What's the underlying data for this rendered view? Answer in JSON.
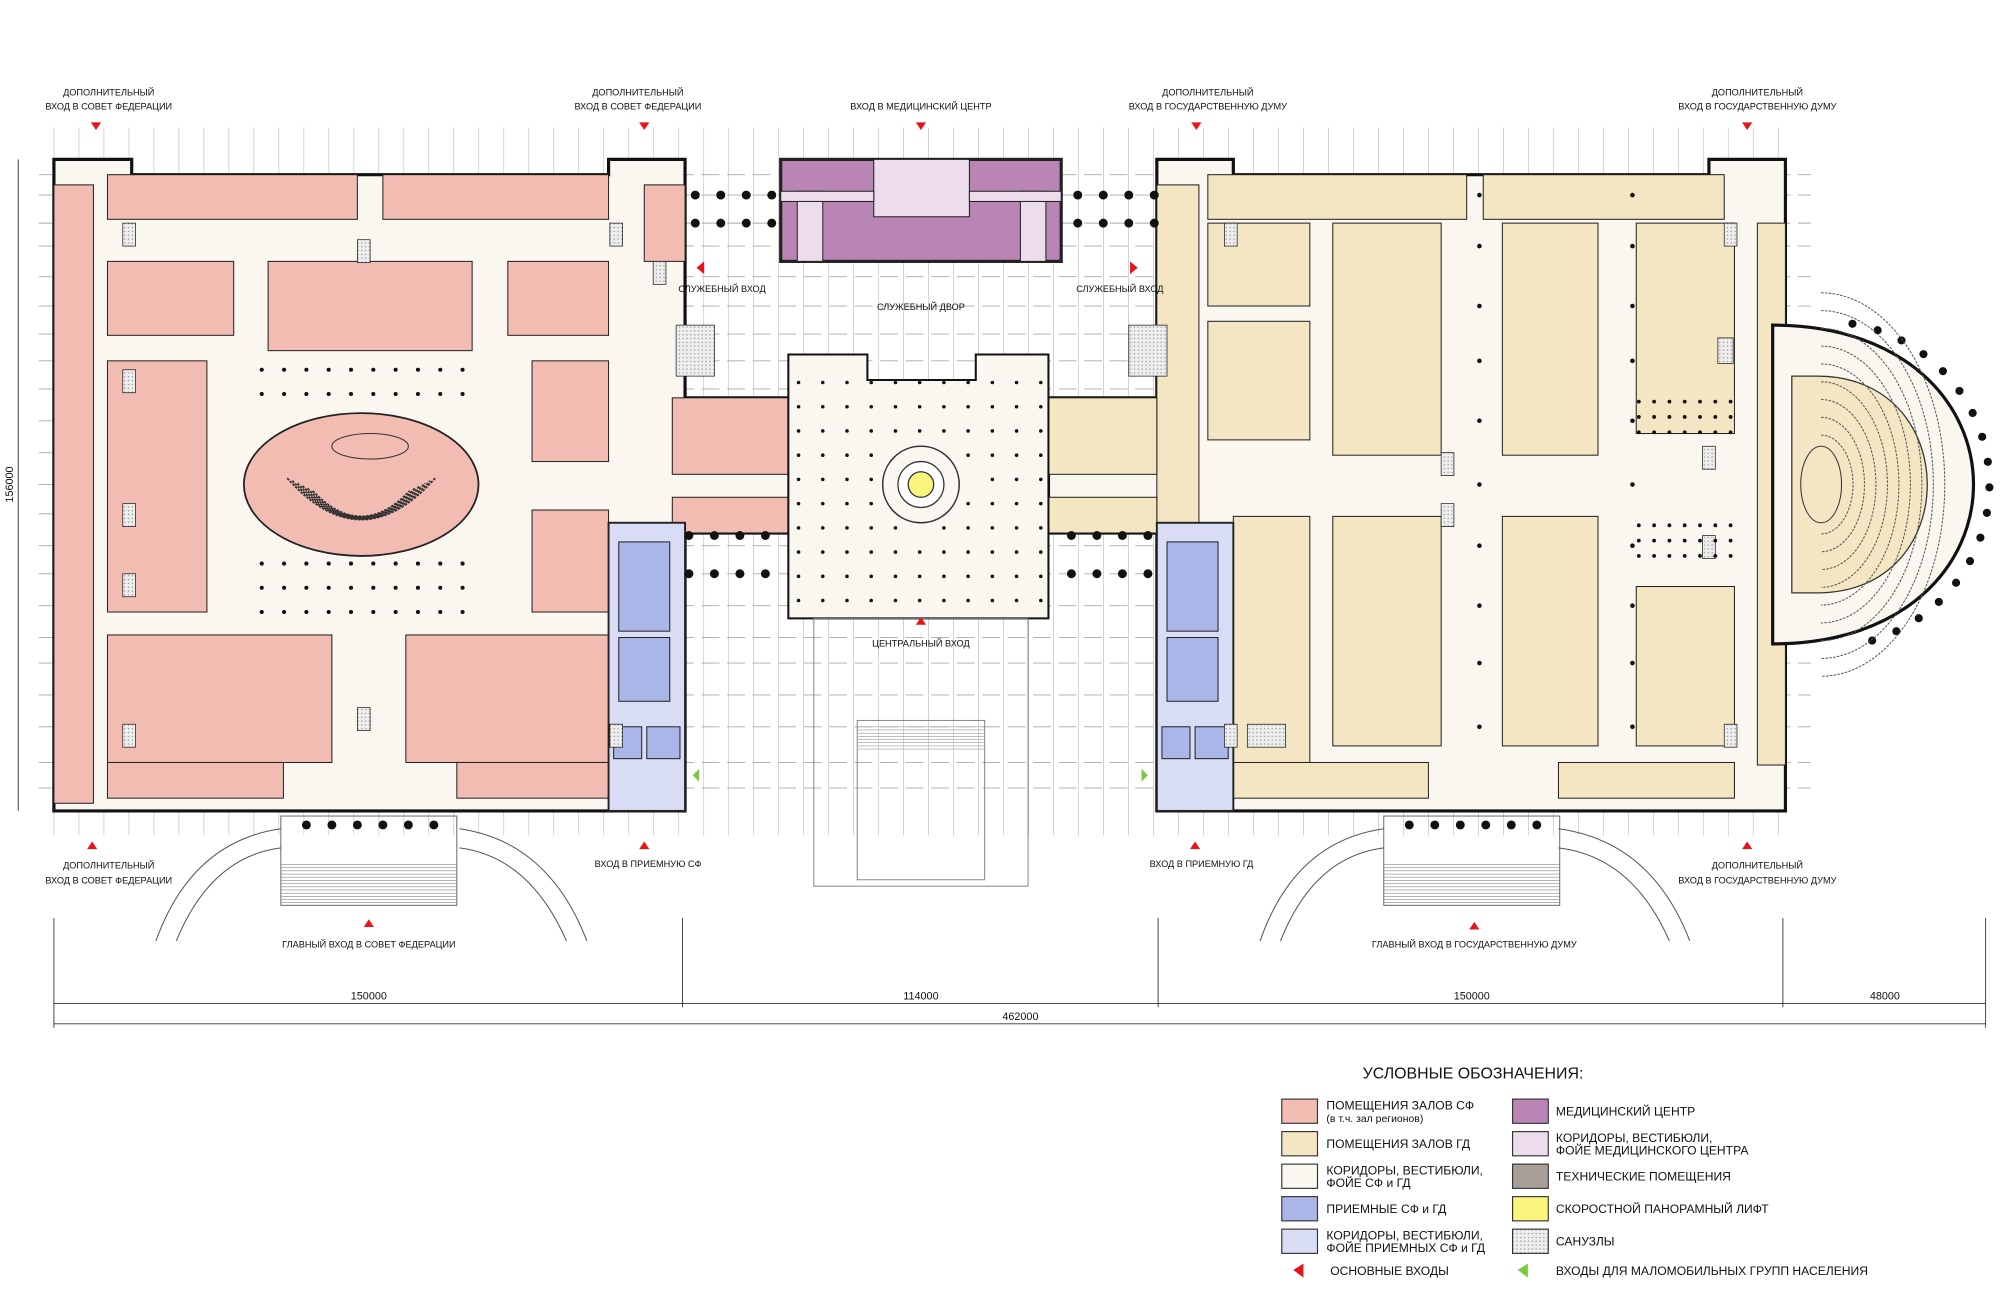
{
  "entrances": {
    "top_sf_left": [
      "ДОПОЛНИТЕЛЬНЫЙ",
      "ВХОД В СОВЕТ ФЕДЕРАЦИИ"
    ],
    "top_sf_right": [
      "ДОПОЛНИТЕЛЬНЫЙ",
      "ВХОД В СОВЕТ ФЕДЕРАЦИИ"
    ],
    "top_medical": "ВХОД В МЕДИЦИНСКИЙ ЦЕНТР",
    "top_gd_left": [
      "ДОПОЛНИТЕЛЬНЫЙ",
      "ВХОД В ГОСУДАРСТВЕННУЮ ДУМУ"
    ],
    "top_gd_right": [
      "ДОПОЛНИТЕЛЬНЫЙ",
      "ВХОД В ГОСУДАРСТВЕННУЮ ДУМУ"
    ],
    "service_left": "СЛУЖЕБНЫЙ ВХОД",
    "service_right": "СЛУЖЕБНЫЙ ВХОД",
    "service_yard": "СЛУЖЕБНЫЙ ДВОР",
    "central": "ЦЕНТРАЛЬНЫЙ ВХОД",
    "bottom_sf_left": [
      "ДОПОЛНИТЕЛЬНЫЙ",
      "ВХОД В СОВЕТ ФЕДЕРАЦИИ"
    ],
    "reception_sf": "ВХОД В ПРИЕМНУЮ СФ",
    "reception_gd": "ВХОД В ПРИЕМНУЮ ГД",
    "bottom_gd_right": [
      "ДОПОЛНИТЕЛЬНЫЙ",
      "ВХОД В ГОСУДАРСТВЕННУЮ ДУМУ"
    ],
    "main_sf": "ГЛАВНЫЙ ВХОД В СОВЕТ ФЕДЕРАЦИИ",
    "main_gd": "ГЛАВНЫЙ ВХОД В ГОСУДАРСТВЕННУЮ ДУМУ"
  },
  "dimensions": {
    "height": "156000",
    "seg1": "150000",
    "seg2": "114000",
    "seg3": "150000",
    "seg4": "48000",
    "total": "462000"
  },
  "legend": {
    "title": "УСЛОВНЫЕ ОБОЗНАЧЕНИЯ:",
    "items": [
      {
        "label": "ПОМЕЩЕНИЯ ЗАЛОВ СФ",
        "sub": "(в т.ч. зал регионов)",
        "color": "#f2bcb3"
      },
      {
        "label": "ПОМЕЩЕНИЯ ЗАЛОВ ГД",
        "sub": "",
        "color": "#f5e6c3"
      },
      {
        "label": "КОРИДОРЫ, ВЕСТИБЮЛИ,",
        "sub": "ФОЙЕ СФ и ГД",
        "color": "#f9f7f0"
      },
      {
        "label": "ПРИЕМНЫЕ СФ и ГД",
        "sub": "",
        "color": "#aab6e8"
      },
      {
        "label": "КОРИДОРЫ, ВЕСТИБЮЛИ,",
        "sub": "ФОЙЕ ПРИЕМНЫХ СФ и ГД",
        "color": "#d8dcf4"
      },
      {
        "label": "МЕДИЦИНСКИЙ ЦЕНТР",
        "sub": "",
        "color": "#b985b5"
      },
      {
        "label": "КОРИДОРЫ, ВЕСТИБЮЛИ,",
        "sub": "ФОЙЕ МЕДИЦИНСКОГО ЦЕНТРА",
        "color": "#ecdcec"
      },
      {
        "label": "ТЕХНИЧЕСКИЕ ПОМЕЩЕНИЯ",
        "sub": "",
        "color": "#a89f98"
      },
      {
        "label": "СКОРОСТНОЙ ПАНОРАМНЫЙ ЛИФТ",
        "sub": "",
        "color": "#f8f47c"
      },
      {
        "label": "САНУЗЛЫ",
        "sub": "",
        "color": "#e4e4e4"
      }
    ],
    "main_entrances": "ОСНОВНЫЕ ВХОДЫ",
    "accessible_entrances": "ВХОДЫ ДЛЯ МАЛОМОБИЛЬНЫХ ГРУПП НАСЕЛЕНИЯ",
    "main_entrance_color": "#e8141c",
    "accessible_entrance_color": "#7ac943"
  }
}
